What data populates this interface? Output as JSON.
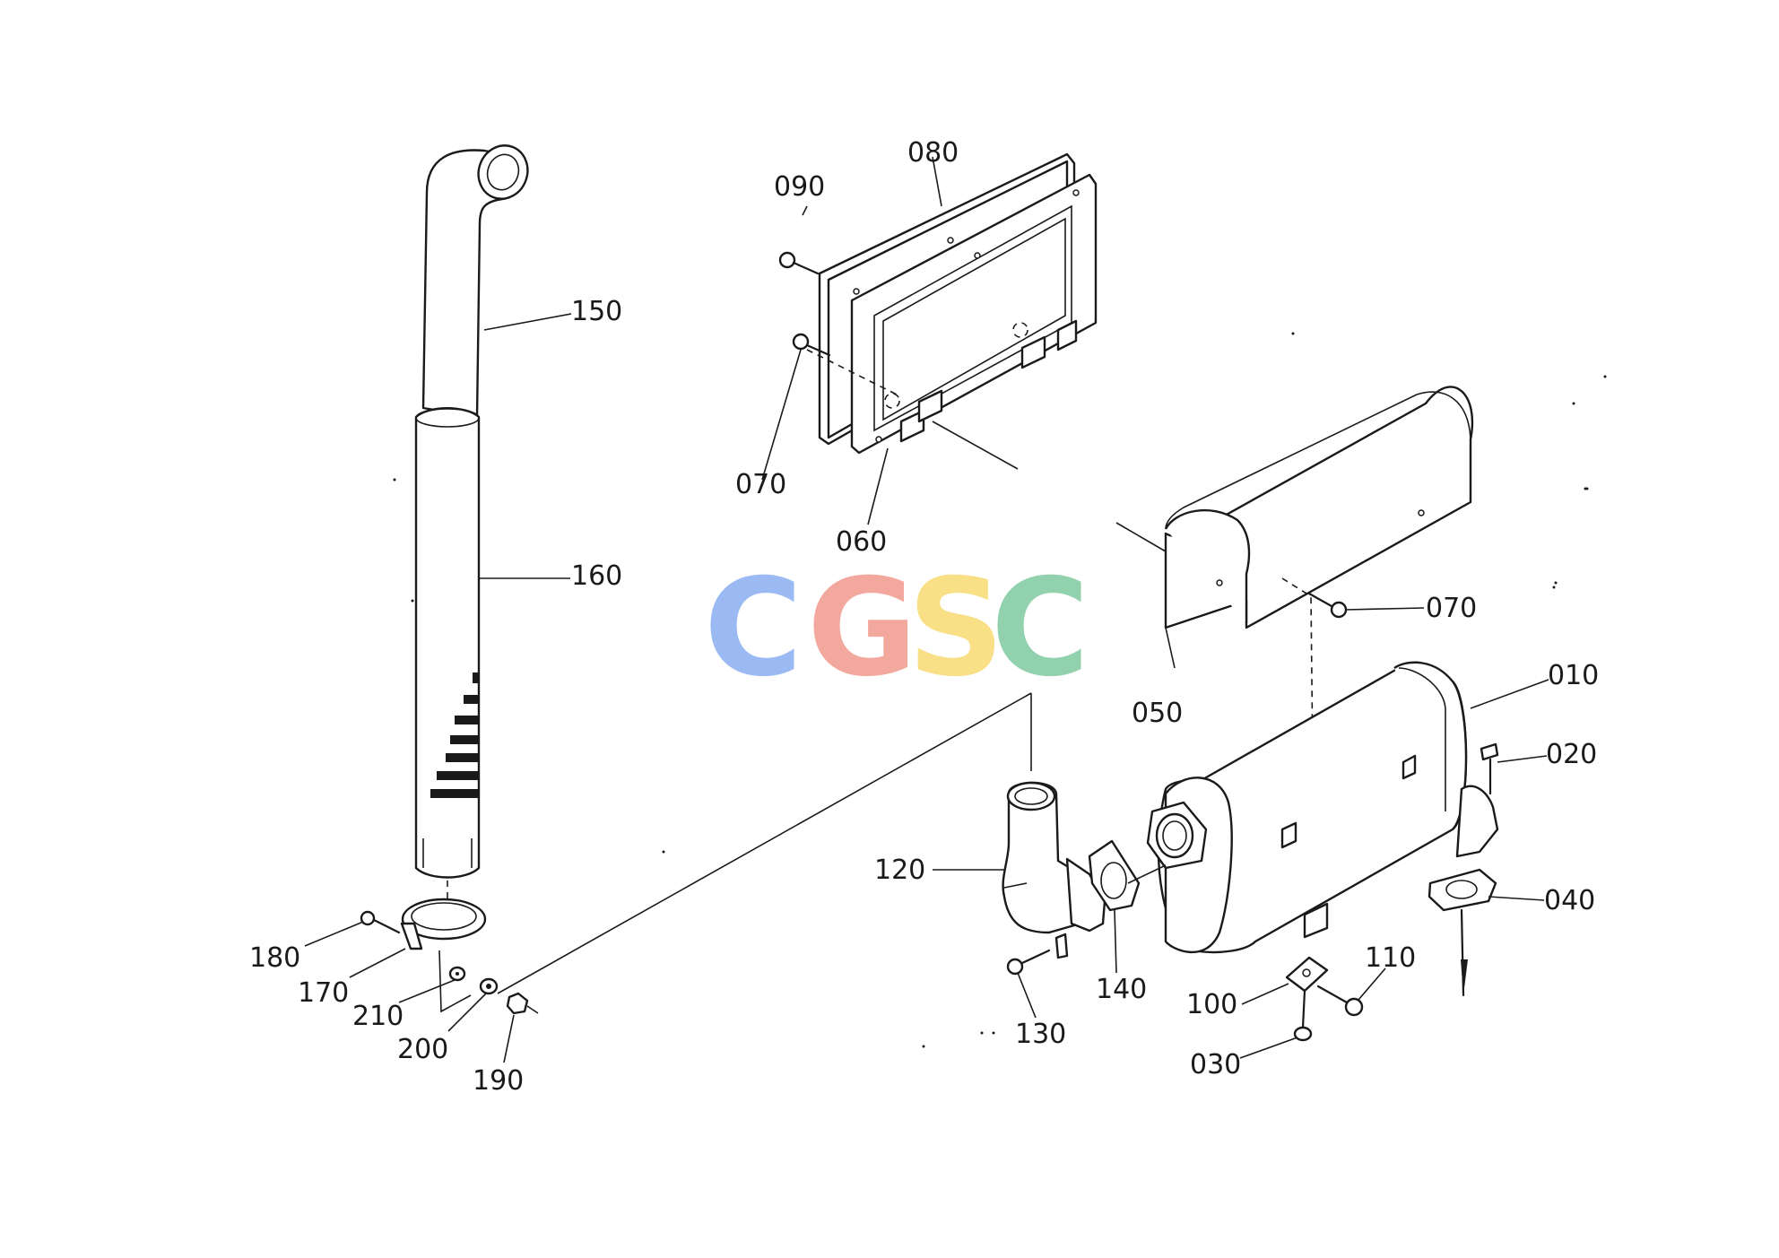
{
  "watermark": {
    "letters": [
      "C",
      "G",
      "S",
      "C"
    ],
    "colors": [
      "#8aaef2",
      "#f29a8e",
      "#f9da72",
      "#7fc9a0"
    ]
  },
  "labels": {
    "p010": "010",
    "p020": "020",
    "p030": "030",
    "p040": "040",
    "p050": "050",
    "p060": "060",
    "p070_top": "070",
    "p070_right": "070",
    "p080": "080",
    "p090": "090",
    "p100": "100",
    "p110": "110",
    "p120": "120",
    "p130": "130",
    "p140": "140",
    "p150": "150",
    "p160": "160",
    "p170": "170",
    "p180": "180",
    "p190": "190",
    "p200": "200",
    "p210": "210"
  }
}
